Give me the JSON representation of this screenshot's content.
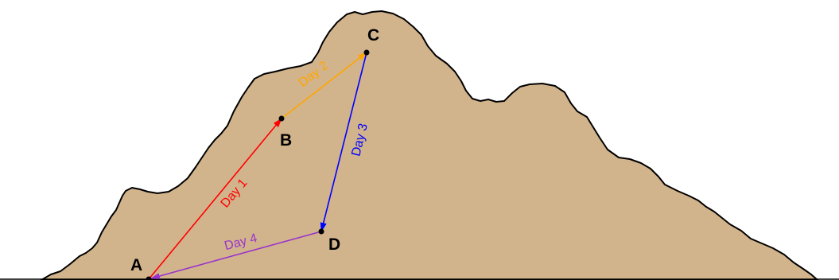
{
  "colors": {
    "mountain_fill": "#d2b48c",
    "outline": "#000000",
    "day1": "#ff0000",
    "day2": "#ffa500",
    "day3": "#0000ff",
    "day4": "#9932cc"
  },
  "points": {
    "a": "A",
    "b": "B",
    "c": "C",
    "d": "D"
  },
  "legs": {
    "day1": "Day 1",
    "day2": "Day 2",
    "day3": "Day 3",
    "day4": "Day 4"
  }
}
